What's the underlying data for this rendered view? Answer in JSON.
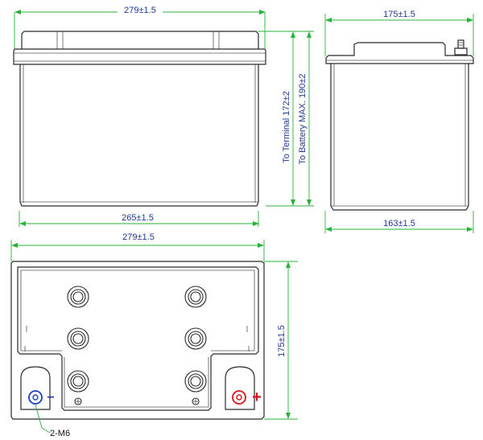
{
  "dimensions": {
    "front_length": "279±1.5",
    "front_bottom_length": "265±1.5",
    "terminal_height": "To Terminal 172±2",
    "battery_height": "To Battery MAX. 190±2",
    "side_top_width": "175±1.5",
    "side_bottom_width": "163±1.5",
    "top_length": "279±1.5",
    "top_width": "175±1.5"
  },
  "terminals": {
    "negative_symbol": "−",
    "positive_symbol": "+",
    "bolt_label": "2-M6",
    "negative_color": "#1f3fbf",
    "positive_color": "#d8141c"
  },
  "colors": {
    "dimension_line": "#27b33a",
    "dimension_text": "#1f3a93",
    "outline": "#2a2a2a"
  }
}
